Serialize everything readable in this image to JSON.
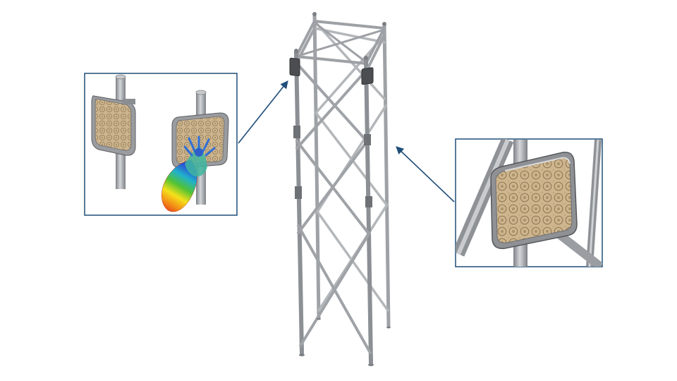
{
  "diagram": {
    "colors": {
      "background": "#ffffff",
      "callout_frame": "#1f4e79",
      "arrow": "#1f4e79",
      "tower_steel": "#a9acb0",
      "tower_steel_dark": "#6c7075",
      "panel_face": "#c9b08a",
      "panel_frame": "#8d8f93"
    },
    "components": {
      "tower": "lattice-steel-tower",
      "left_callout": "antenna-pair-with-radiation-pattern",
      "right_callout": "patch-array-antenna-closeup"
    }
  }
}
